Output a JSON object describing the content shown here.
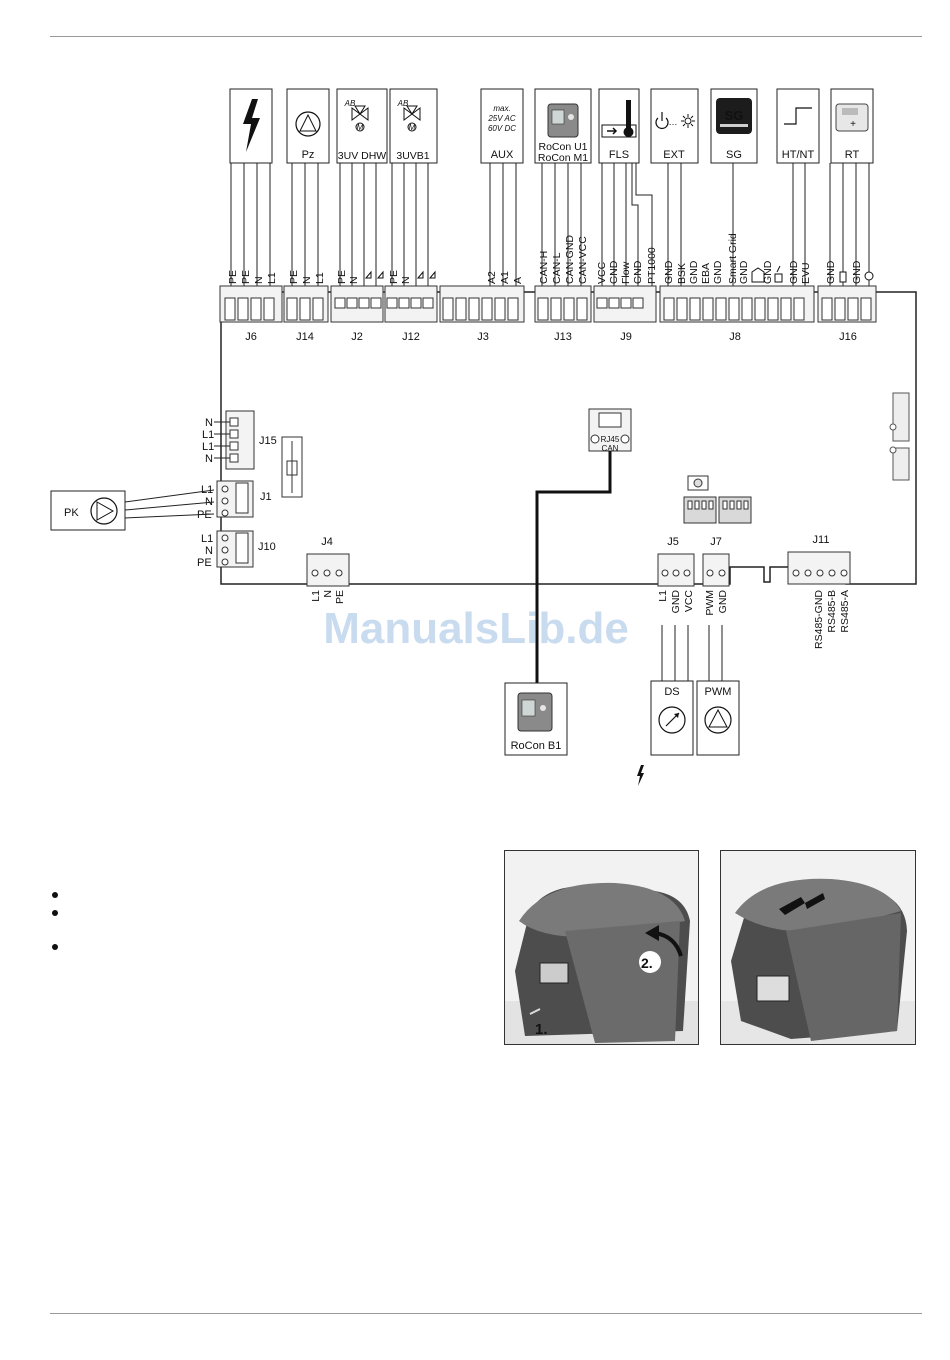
{
  "devices": {
    "pz": "Pz",
    "uv_dhw": "3UV DHW",
    "uvb1": "3UVB1",
    "aux_max": "max.",
    "aux_ac": "25V AC",
    "aux_dc": "60V DC",
    "aux": "AUX",
    "rocon_u1": "RoCon U1",
    "rocon_m1": "RoCon M1",
    "fls": "FLS",
    "ext": "EXT",
    "sg": "SG",
    "ht_nt": "HT/NT",
    "rt": "RT",
    "pk": "PK",
    "rocon_b1": "RoCon B1",
    "ds": "DS",
    "pwm": "PWM",
    "rj45": "RJ45",
    "can": "CAN",
    "valve_ab": "AB",
    "valve_m": "M"
  },
  "connectors": {
    "j6": "J6",
    "j14": "J14",
    "j2": "J2",
    "j12": "J12",
    "j3": "J3",
    "j13": "J13",
    "j9": "J9",
    "j8": "J8",
    "j16": "J16",
    "j15": "J15",
    "j1": "J1",
    "j10": "J10",
    "j4": "J4",
    "j5": "J5",
    "j7": "J7",
    "j11": "J11"
  },
  "pins": {
    "j6": [
      "PE",
      "PE",
      "N",
      "L1"
    ],
    "j14": [
      "PE",
      "N",
      "L1"
    ],
    "j2": [
      "PE",
      "N",
      "",
      ""
    ],
    "j12": [
      "PE",
      "N",
      "",
      ""
    ],
    "j3": [
      "A2",
      "A1",
      "A"
    ],
    "j13": [
      "CAN-H",
      "CAN-L",
      "CAN-GND",
      "CAN-VCC"
    ],
    "j9": [
      "VCC",
      "GND",
      "Flow",
      "GND",
      "PT1000"
    ],
    "j8": [
      "GND",
      "BSK",
      "GND",
      "EBA",
      "GND",
      "Smart Grid",
      "GND",
      "",
      "GND",
      "",
      "GND",
      "EVU"
    ],
    "j16": [
      "GND",
      "",
      "GND",
      ""
    ],
    "j15": [
      "N",
      "L1",
      "L1",
      "N"
    ],
    "j1": [
      "L1",
      "N",
      "PE"
    ],
    "j10": [
      "L1",
      "N",
      "PE"
    ],
    "j4": [
      "L1",
      "N",
      "PE"
    ],
    "j5": [
      "L1",
      "GND",
      "VCC"
    ],
    "j7": [
      "PWM",
      "GND"
    ],
    "j11": [
      "RS485-GND",
      "RS485-B",
      "RS485-A"
    ]
  },
  "watermark": "ManualsLib.de",
  "figure2": {
    "step1": "1.",
    "step2": "2."
  }
}
